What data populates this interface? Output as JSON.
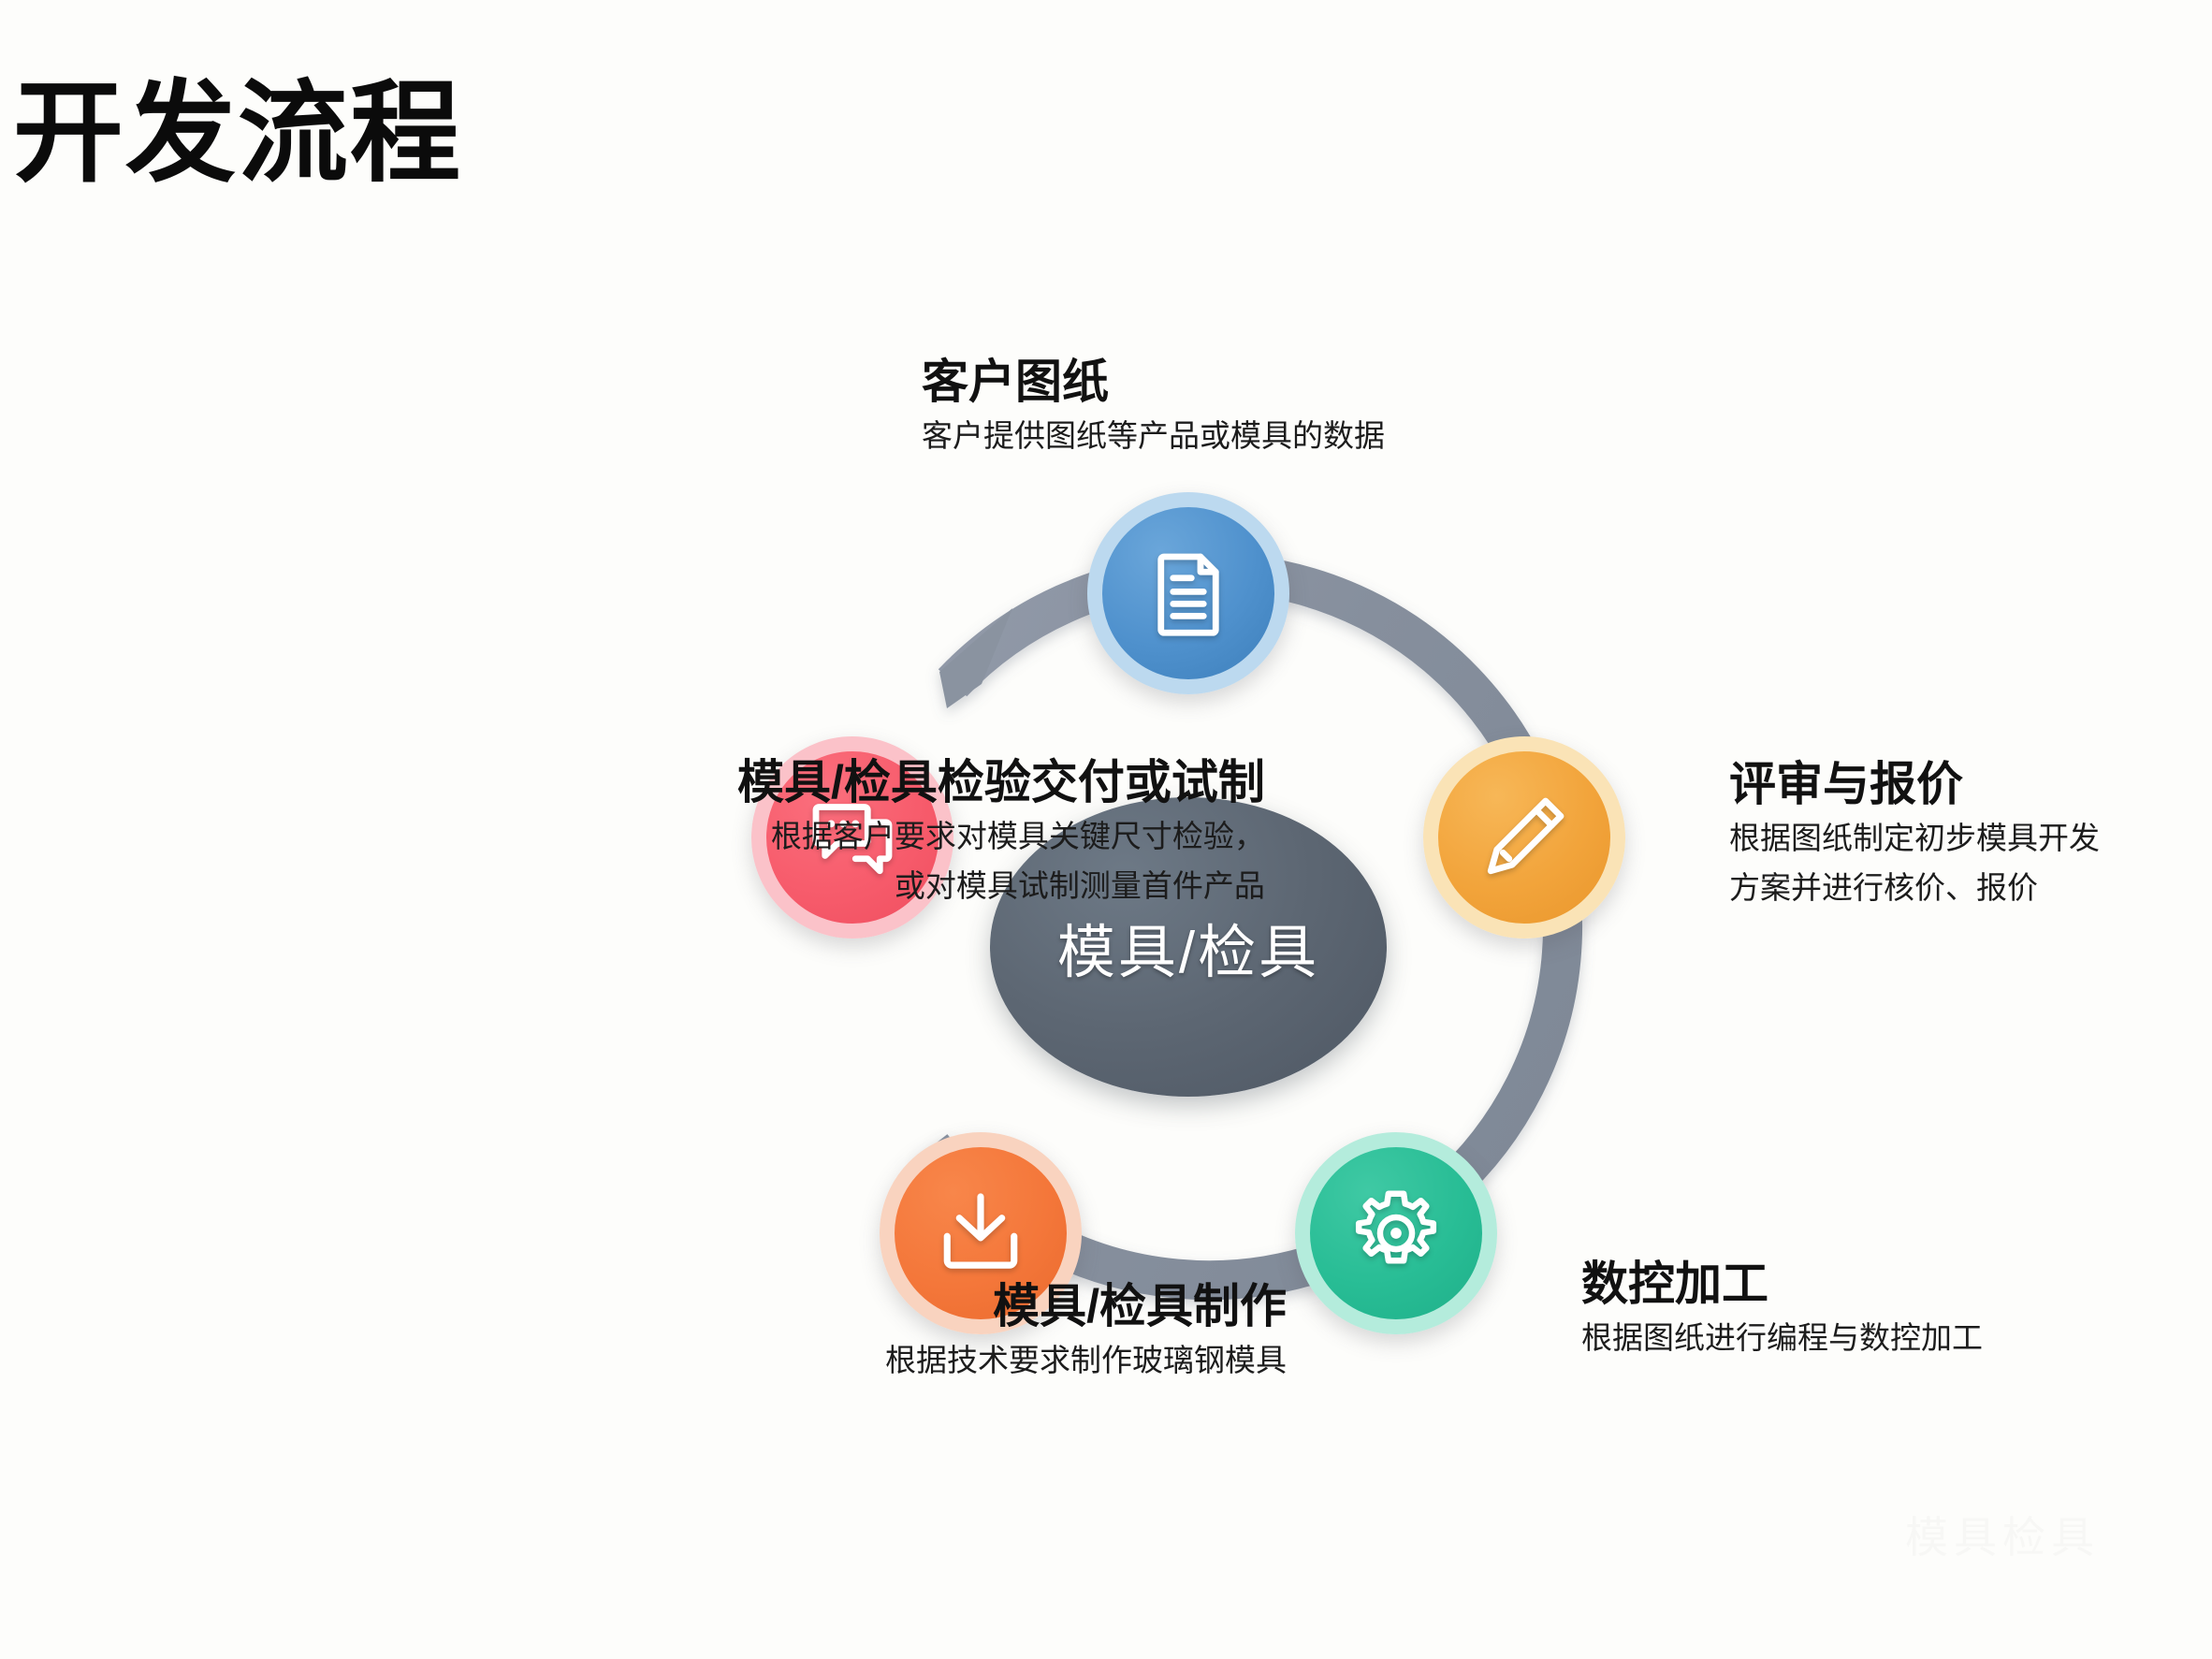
{
  "page": {
    "title": "开发流程",
    "background_color": "#fdfdfb",
    "watermark": "模具检具"
  },
  "diagram": {
    "type": "cycle",
    "direction": "clockwise",
    "ring_color": "#8a93a0",
    "arrowhead_position": "top-left",
    "center": {
      "label": "模具/检具",
      "shape": "ellipse",
      "fill_color": "#5d6773",
      "text_color": "#ffffff"
    },
    "nodes": [
      {
        "id": "customer-drawing",
        "title": "客户图纸",
        "desc_lines": [
          "客户提供图纸等产品或模具的数据"
        ],
        "icon": "document-icon",
        "color": "#4f91cd",
        "ring_color": "#bcd9ef",
        "angle_deg": 270
      },
      {
        "id": "review-quote",
        "title": "评审与报价",
        "desc_lines": [
          "根据图纸制定初步模具开发",
          "方案并进行核价、报价"
        ],
        "icon": "pencil-icon",
        "color": "#f2a43b",
        "ring_color": "#fae3b6",
        "angle_deg": 342
      },
      {
        "id": "cnc-machining",
        "title": "数控加工",
        "desc_lines": [
          "根据图纸进行编程与数控加工"
        ],
        "icon": "gear-icon",
        "color": "#28bd95",
        "ring_color": "#b4ecdc",
        "angle_deg": 54
      },
      {
        "id": "mould-fabrication",
        "title": "模具/检具制作",
        "desc_lines": [
          "根据技术要求制作玻璃钢模具"
        ],
        "icon": "download-inbox-icon",
        "color": "#f4773a",
        "ring_color": "#f9d3bf",
        "angle_deg": 126
      },
      {
        "id": "inspection-delivery",
        "title": "模具/检具检验交付或试制",
        "desc_lines": [
          "根据客户要求对模具关键尺寸检验，",
          "或对模具试制测量首件产品"
        ],
        "icon": "chat-bubbles-icon",
        "color": "#f75c6c",
        "ring_color": "#fbc2c9",
        "angle_deg": 198
      }
    ]
  }
}
